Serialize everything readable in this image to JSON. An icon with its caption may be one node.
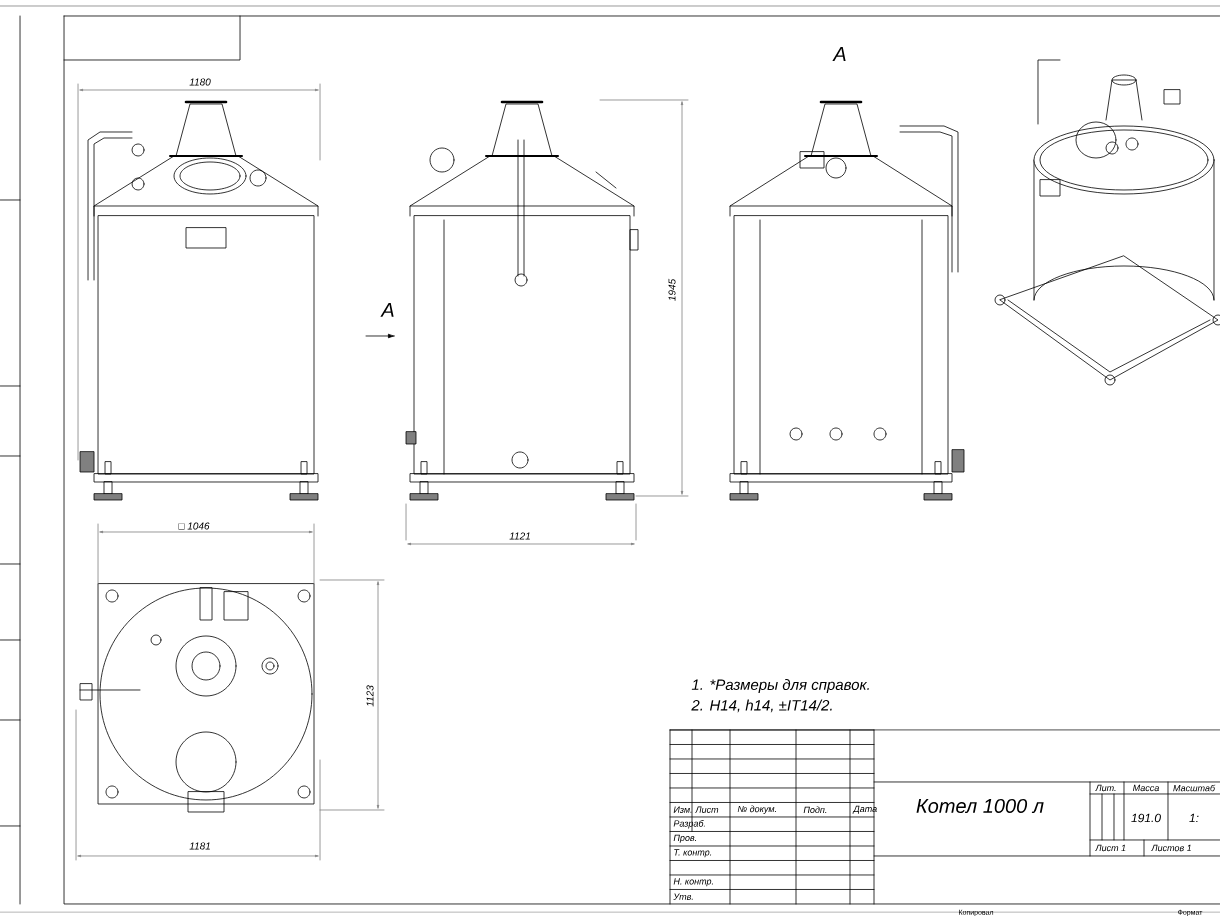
{
  "diagram": {
    "title": "Котел 1000 л",
    "labels": [
      "1180",
      "A",
      "1945",
      "A",
      "□ 1046",
      "1121",
      "1123",
      "1181",
      "1. *Размеры для справок.",
      "2. H14, h14, ±IT14/2.",
      "Изм.",
      "Лист",
      "№ докум.",
      "Подп.",
      "Дата",
      "Лит.",
      "Масса",
      "Масштаб",
      "Разраб.",
      "191.0",
      "1:",
      "Пров.",
      "Т. контр.",
      "Лист 1",
      "Листов 1",
      "Н. контр.",
      "Утв.",
      "Копировал",
      "Формат"
    ]
  }
}
